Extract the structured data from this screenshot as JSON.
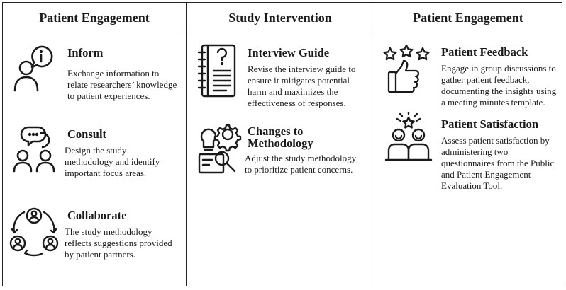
{
  "columns": [
    {
      "header": "Patient Engagement",
      "items": [
        {
          "icon": "person-info-icon",
          "title": "Inform",
          "lines": [
            "Exchange information to",
            "relate researchers’ knowledge",
            "to patient experiences."
          ]
        },
        {
          "icon": "group-chat-icon",
          "title": "Consult",
          "lines": [
            "Design the study",
            "methodology and identify",
            "important focus areas."
          ]
        },
        {
          "icon": "collaboration-cycle-icon",
          "title": "Collaborate",
          "lines": [
            "The study methodology",
            "reflects suggestions provided",
            "by patient partners."
          ]
        }
      ]
    },
    {
      "header": "Study Intervention",
      "items": [
        {
          "icon": "notebook-question-icon",
          "title": "Interview Guide",
          "lines": [
            "Revise the interview guide to",
            "ensure it mitigates potential",
            "harm and maximizes the",
            "effectiveness of responses."
          ]
        },
        {
          "icon": "methodology-gears-icon",
          "title_lines": [
            "Changes to",
            "Methodology"
          ],
          "lines": [
            "Adjust the study methodology",
            "to prioritize patient concerns."
          ]
        }
      ]
    },
    {
      "header": "Patient Engagement",
      "items": [
        {
          "icon": "thumbs-up-stars-icon",
          "title": "Patient Feedback",
          "lines": [
            "Engage in group discussions to",
            "gather patient feedback,",
            "documenting the insights using",
            "a meeting minutes template."
          ]
        },
        {
          "icon": "satisfaction-people-icon",
          "title": "Patient Satisfaction",
          "lines": [
            "Assess patient satisfaction by",
            "administering two",
            "questionnaires from the Public",
            "and Patient Engagement",
            "Evaluation Tool."
          ]
        }
      ]
    }
  ]
}
